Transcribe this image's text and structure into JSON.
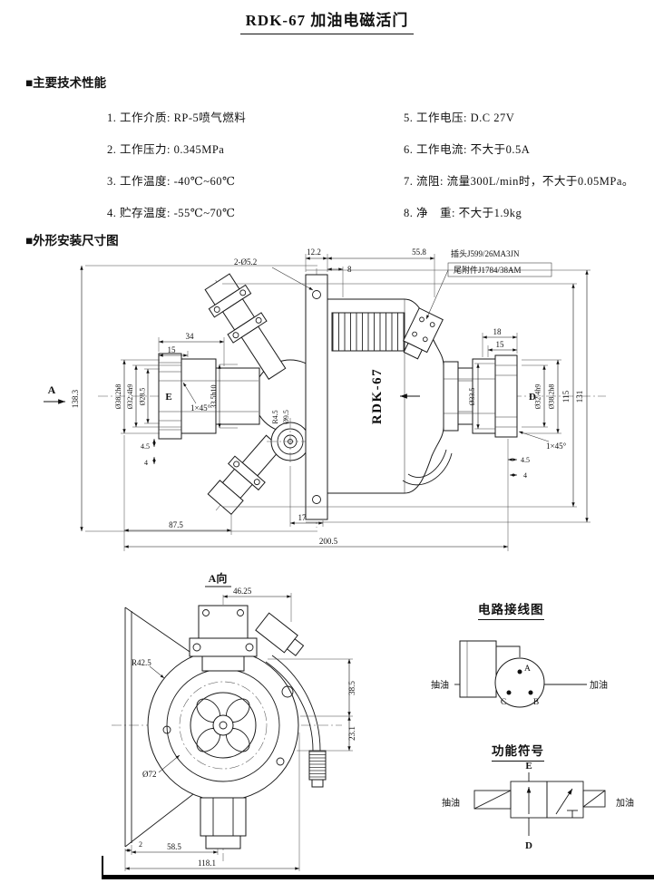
{
  "title": "RDK-67 加油电磁活门",
  "sections": {
    "specs": "■主要技术性能",
    "dims": "■外形安装尺寸图"
  },
  "specs": {
    "left": [
      "1. 工作介质: RP-5喷气燃料",
      "2. 工作压力: 0.345MPa",
      "3. 工作温度: -40℃~60℃",
      "4. 贮存温度: -55℃~70℃"
    ],
    "right": [
      "5. 工作电压: D.C 27V",
      "6. 工作电流: 不大于0.5A",
      "7. 流阻: 流量300L/min时，不大于0.05MPa。",
      "8. 净　重: 不大于1.9kg"
    ]
  },
  "drawing": {
    "model": "RDK-67",
    "section_arrow": "A",
    "port_left": "E",
    "port_right": "D",
    "callouts": {
      "holes": "2-Ø5.2",
      "plug": "插头J599/26MA3JN",
      "tail": "尾附件J1784/38AM"
    },
    "dims": {
      "w122": "12.2",
      "w558": "55.8",
      "w8": "8",
      "w34": "34",
      "w15l": "15",
      "h1383": "138.3",
      "d382l": "Ø38.2h8",
      "d324l": "Ø32.4h9",
      "d285": "Ø28.5",
      "chl": "1×45°",
      "h335": "33.5h10",
      "r45": "R4.5",
      "d95": "Ø9.5",
      "s45l": "4.5",
      "s4l": "4",
      "w875": "87.5",
      "w17": "17",
      "w2005": "200.5",
      "w18": "18",
      "w15r": "15",
      "d335": "Ø33.5",
      "d324r": "Ø32.4h9",
      "d382r": "Ø38.2h8",
      "h115": "115",
      "h131": "131",
      "chr": "1×45°",
      "s45r": "4.5",
      "s4r": "4"
    }
  },
  "view_a": {
    "title": "A向",
    "dims": {
      "w4625": "46.25",
      "r425": "R42.5",
      "d72": "Ø72",
      "h385": "38.5",
      "h231": "23.1",
      "w2": "2",
      "w585": "58.5",
      "w1181": "118.1"
    }
  },
  "circuit": {
    "title": "电路接线图",
    "left_label": "抽油",
    "right_label": "加油",
    "pins": {
      "a": "A",
      "b": "B",
      "c": "C"
    }
  },
  "symbol": {
    "title": "功能符号",
    "top_port": "E",
    "bottom_port": "D",
    "left_label": "抽油",
    "right_label": "加油"
  }
}
